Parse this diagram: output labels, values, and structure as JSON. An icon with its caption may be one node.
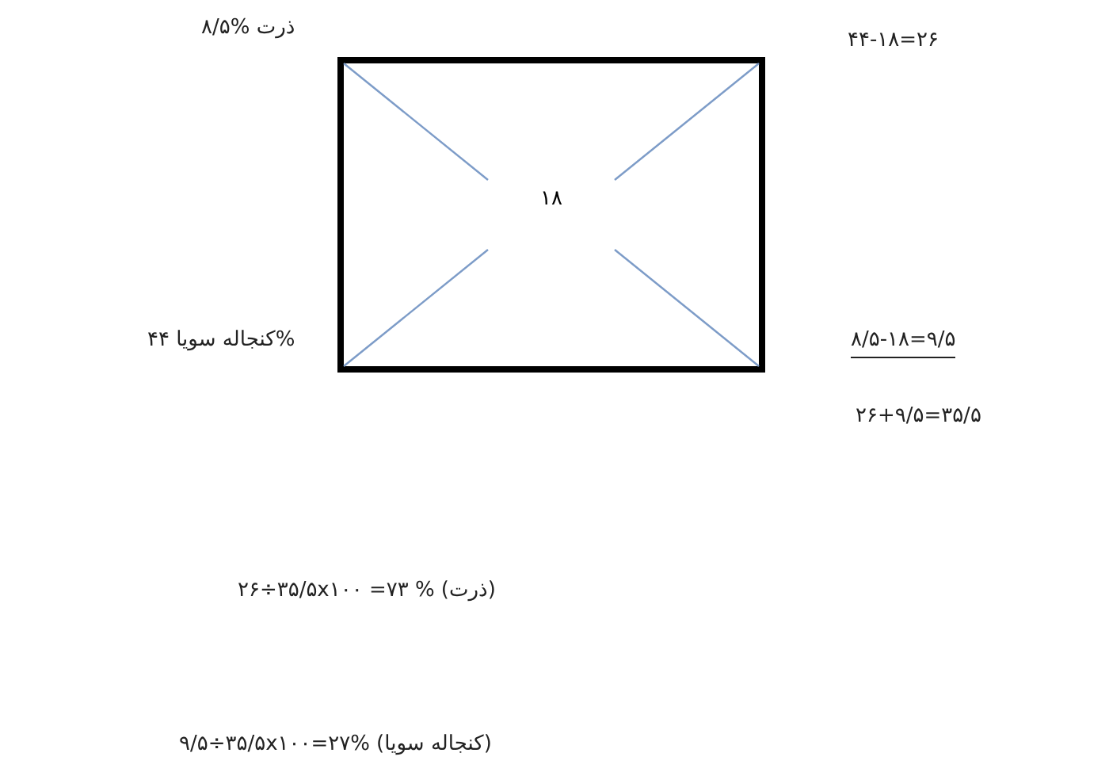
{
  "diagram": {
    "nodes": [
      {
        "text": [
          "۱۸"
        ]
      }
    ],
    "labels": [
      "ذرت %۸/۵",
      "۴۴-۱۸=۲۶",
      "%کنجاله سویا ۴۴",
      "۸/۵-۱۸=۹/۵",
      "۲۶+۹/۵=۳۵/۵",
      "۲۶÷۳۵/۵x۱۰۰ =۷۳ % (ذرت)",
      "۹/۵÷۳۵/۵x۱۰۰=۲۷% (کنجاله سویا)"
    ]
  }
}
